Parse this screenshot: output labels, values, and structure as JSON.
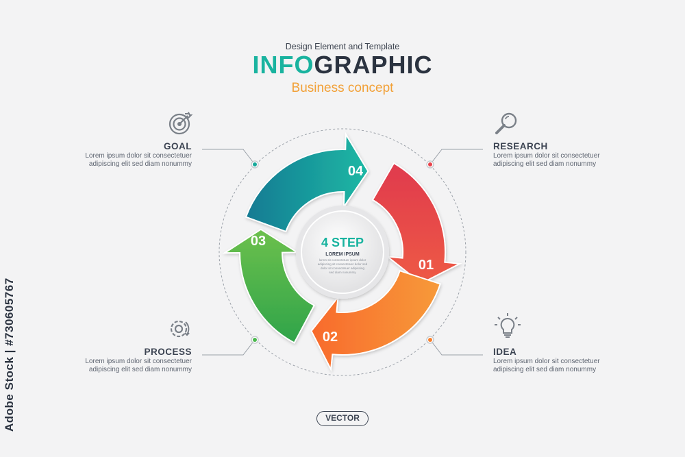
{
  "header": {
    "small_title": "Design Element and Template",
    "title_accent": "INFO",
    "title_rest": "GRAPHIC",
    "subtitle": "Business concept"
  },
  "center": {
    "title": "4 STEP",
    "subtitle": "LOREM IPSUM",
    "fine_lines": [
      "lorem sit consectetuer ipsum dolor",
      "adipiscing sit consectetuer dolor sed",
      "dolor sit consectetuer adipiscing",
      "sed diam nonummy"
    ]
  },
  "steps": [
    {
      "number": "01",
      "title": "RESEARCH",
      "desc1": "Lorem ipsum dolor sit consectetuer",
      "desc2": "adipiscing elit sed diam nonummy",
      "icon": "magnifier-icon",
      "color": "#e8424a"
    },
    {
      "number": "02",
      "title": "IDEA",
      "desc1": "Lorem ipsum dolor sit consectetuer",
      "desc2": "adipiscing elit sed diam nonummy",
      "icon": "lightbulb-icon",
      "color": "#f7802f"
    },
    {
      "number": "03",
      "title": "PROCESS",
      "desc1": "Lorem ipsum dolor sit consectetuer",
      "desc2": "adipiscing elit sed diam nonummy",
      "icon": "gear-icon",
      "color": "#4cb84e"
    },
    {
      "number": "04",
      "title": "GOAL",
      "desc1": "Lorem ipsum dolor sit consectetuer",
      "desc2": "adipiscing elit sed diam nonummy",
      "icon": "target-icon",
      "color": "#17a89a"
    }
  ],
  "badge": "VECTOR",
  "watermark": "Adobe Stock | #730605767",
  "colors": {
    "accent": "#19b39f",
    "subtitle": "#f2a036",
    "text": "#3c4452",
    "red": "#e8424a",
    "orange": "#f7802f",
    "green": "#4cb84e",
    "teal": "#17a89a"
  }
}
